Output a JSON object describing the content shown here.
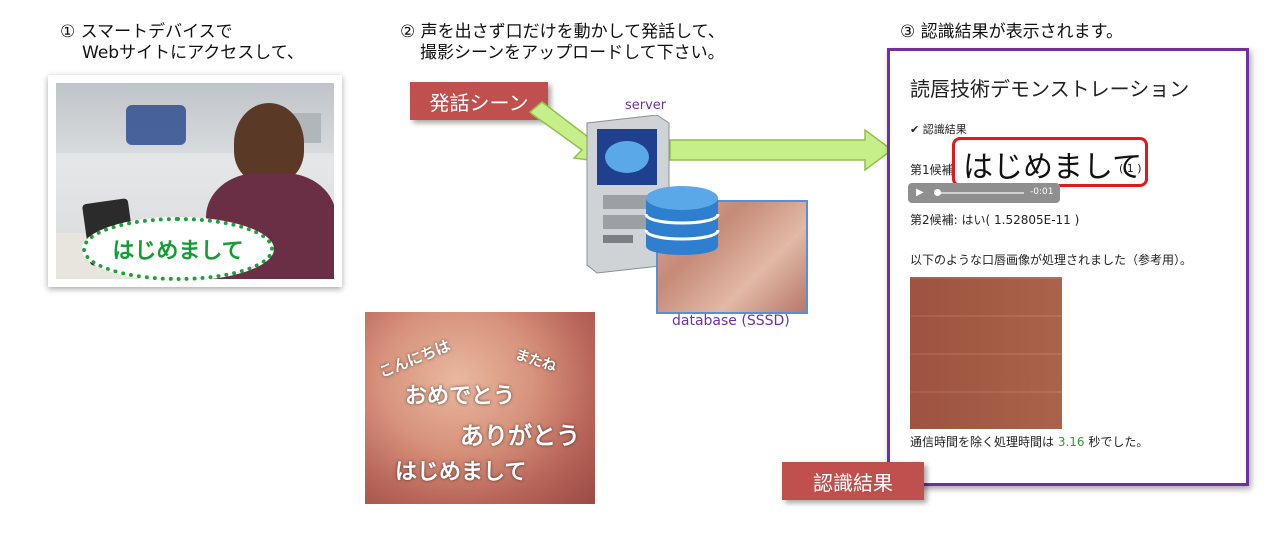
{
  "steps": {
    "step1_line1": "① スマートデバイスで",
    "step1_line2": "Webサイトにアクセスして、",
    "step2_line1": "② 声を出さず口だけを動かして発話して、",
    "step2_line2": "撮影シーンをアップロードして下さい。",
    "step3": "③ 認識結果が表示されます。"
  },
  "photo": {
    "bubble_text": "はじめまして"
  },
  "tags": {
    "utterance_scene": "発話シーン",
    "recognition_result": "認識結果"
  },
  "server": {
    "label": "server"
  },
  "database": {
    "label": "database (SSSD)"
  },
  "mouth": {
    "words": [
      "こんにちは",
      "またね",
      "おめでとう",
      "ありがとう",
      "はじめまして"
    ]
  },
  "panel": {
    "title": "読唇技術デモンストレーション",
    "check_label": "✔ 認識結果",
    "candidate1_label": "第1候補:",
    "candidate1_value": "はじめまして",
    "candidate1_score": "( 1 )",
    "audio_time": "-0:01",
    "candidate2": "第2候補: はい( 1.52805E-11 )",
    "processed_note": "以下のような口唇画像が処理されました（参考用）。",
    "timing_prefix": "通信時間を除く処理時間は",
    "timing_value": "3.16",
    "timing_suffix": "秒でした。"
  },
  "colors": {
    "tag_red": "#c0504d",
    "panel_border": "#7030a0",
    "arrow_green": "#c6ef8a",
    "bubble_green": "#1aa33a",
    "highlight_red": "#e0191b",
    "timing_green": "#2e9c2e"
  }
}
